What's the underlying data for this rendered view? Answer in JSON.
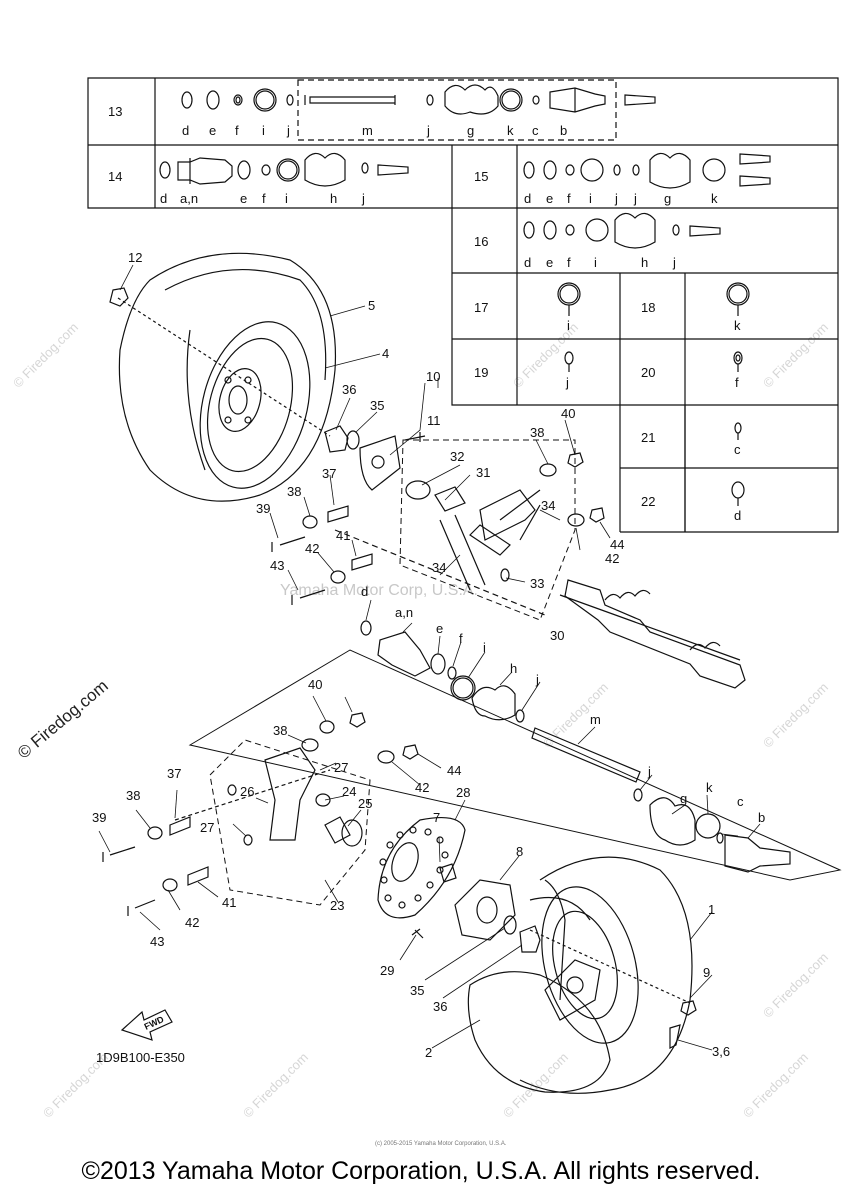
{
  "table": {
    "rows": [
      {
        "num": "13",
        "letters": [
          "d",
          "e",
          "f",
          "i",
          "j",
          "m",
          "j",
          "g",
          "k",
          "c",
          "b"
        ]
      },
      {
        "num": "14",
        "letters": [
          "d",
          "a,n",
          "e",
          "f",
          "i",
          "h",
          "j"
        ]
      },
      {
        "num": "15",
        "letters": [
          "d",
          "e",
          "f",
          "i",
          "j",
          "j",
          "g",
          "k"
        ]
      },
      {
        "num": "16",
        "letters": [
          "d",
          "e",
          "f",
          "i",
          "h",
          "j"
        ]
      },
      {
        "num": "17",
        "letters": [
          "i"
        ]
      },
      {
        "num": "18",
        "letters": [
          "k"
        ]
      },
      {
        "num": "19",
        "letters": [
          "j"
        ]
      },
      {
        "num": "20",
        "letters": [
          "f"
        ]
      },
      {
        "num": "21",
        "letters": [
          "c"
        ]
      },
      {
        "num": "22",
        "letters": [
          "d"
        ]
      }
    ]
  },
  "callouts": {
    "n1": "1",
    "n2": "2",
    "n3_6": "3,6",
    "n4": "4",
    "n5": "5",
    "n7": "7",
    "n8": "8",
    "n9": "9",
    "n10": "10",
    "n11": "11",
    "n12": "12",
    "n23": "23",
    "n24": "24",
    "n25": "25",
    "n26": "26",
    "n27a": "27",
    "n27b": "27",
    "n28": "28",
    "n29": "29",
    "n30": "30",
    "n31": "31",
    "n32": "32",
    "n33": "33",
    "n34a": "34",
    "n34b": "34",
    "n35a": "35",
    "n35b": "35",
    "n36a": "36",
    "n36b": "36",
    "n37a": "37",
    "n37b": "37",
    "n38a": "38",
    "n38b": "38",
    "n38c": "38",
    "n38d": "38",
    "n39a": "39",
    "n39b": "39",
    "n40a": "40",
    "n40b": "40",
    "n41a": "41",
    "n41b": "41",
    "n42a": "42",
    "n42b": "42",
    "n42c": "42",
    "n42d": "42",
    "n43a": "43",
    "n43b": "43",
    "n44a": "44",
    "n44b": "44",
    "ld": "d",
    "lan": "a,n",
    "le": "e",
    "lf": "f",
    "li": "i",
    "lh": "h",
    "lj1": "j",
    "lm": "m",
    "lj2": "j",
    "lg": "g",
    "lk": "k",
    "lc": "c",
    "lb": "b"
  },
  "center_watermark": "Yamaha Motor Corp, U.S.A.",
  "watermark": "© Firedog.com",
  "side_watermark": "© Firedog.com",
  "fwd_label": "FWD",
  "catalog_code": "1D9B100-E350",
  "small_copyright": "(c) 2005-2015 Yamaha Motor Corporation, U.S.A.",
  "copyright": "©2013 Yamaha Motor Corporation, U.S.A. All rights reserved."
}
